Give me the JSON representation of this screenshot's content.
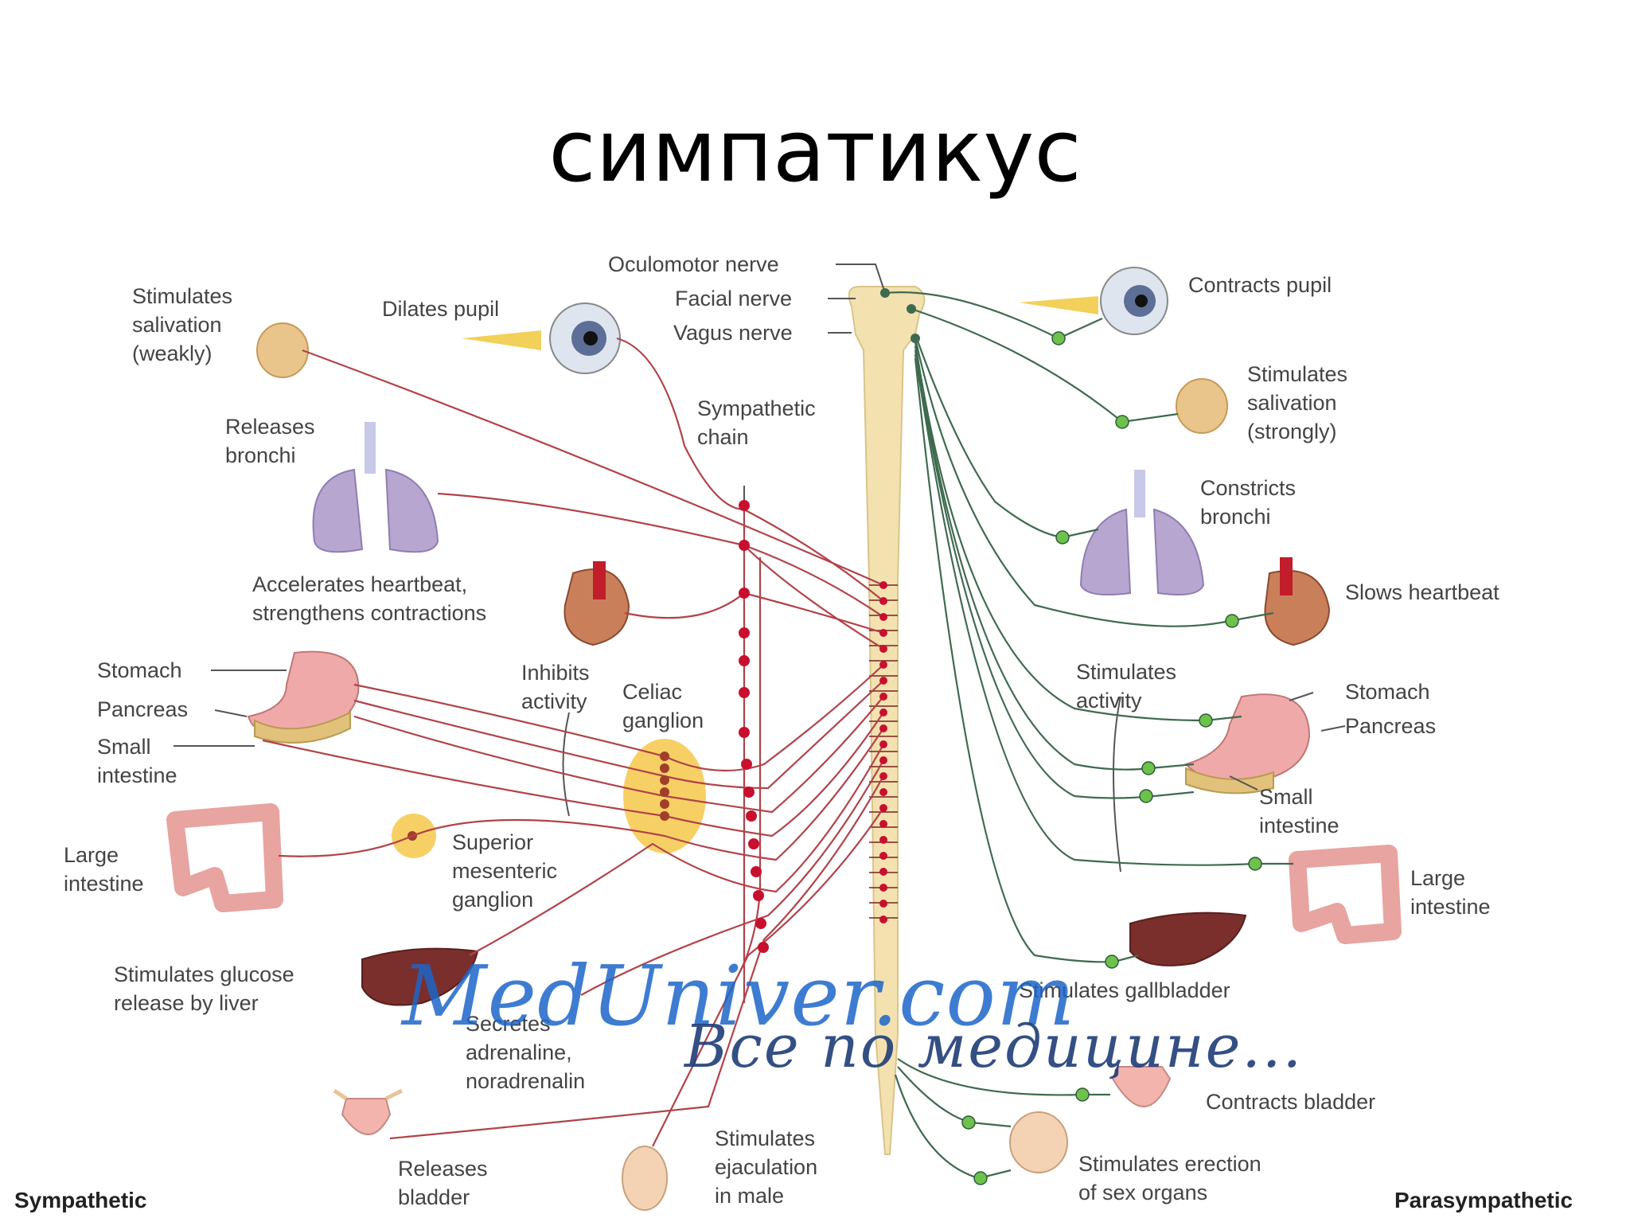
{
  "title": "симпатикус",
  "labels": {
    "oculomotor": "Oculomotor nerve",
    "facial": "Facial nerve",
    "vagus": "Vagus nerve",
    "symp_chain": "Sympathetic\nchain",
    "left": {
      "salivation": "Stimulates\nsalivation\n(weakly)",
      "dilates": "Dilates pupil",
      "bronchi": "Releases\nbronchi",
      "heart": "Accelerates heartbeat,\nstrengthens contractions",
      "stomach": "Stomach",
      "pancreas": "Pancreas",
      "small_int": "Small\nintestine",
      "inhibits": "Inhibits\nactivity",
      "celiac": "Celiac\nganglion",
      "large_int": "Large\nintestine",
      "sup_mes": "Superior\nmesenteric\nganglion",
      "glucose": "Stimulates glucose\nrelease by liver",
      "adrenaline": "Secretes\nadrenaline,\nnoradrenalin",
      "bladder": "Releases\nbladder",
      "ejaculation": "Stimulates\nejaculation\nin male",
      "sympathetic": "Sympathetic"
    },
    "right": {
      "contracts_pupil": "Contracts pupil",
      "salivation": "Stimulates\nsalivation\n(strongly)",
      "bronchi": "Constricts\nbronchi",
      "heart": "Slows heartbeat",
      "stim_activity": "Stimulates\nactivity",
      "stomach": "Stomach",
      "pancreas": "Pancreas",
      "small_int": "Small\nintestine",
      "large_int": "Large\nintestine",
      "gallbladder": "Stimulates gallbladder",
      "contracts_bladder": "Contracts bladder",
      "erection": "Stimulates erection\nof sex organs",
      "parasympathetic": "Parasympathetic"
    }
  },
  "watermark": {
    "line1": "MedUniver.com",
    "line2": "Все по медицине..."
  },
  "colors": {
    "sympathetic_nerve": "#b2424a",
    "sympathetic_ganglion": "#c8102e",
    "parasympathetic_nerve": "#3f6a4f",
    "parasympathetic_ganglion": "#6cc24a",
    "spinal_cord": "#f3e2b0",
    "celiac_ganglion": "#f6c84a",
    "watermark_1": "#1d66c9",
    "watermark_2": "#1f3d77"
  }
}
